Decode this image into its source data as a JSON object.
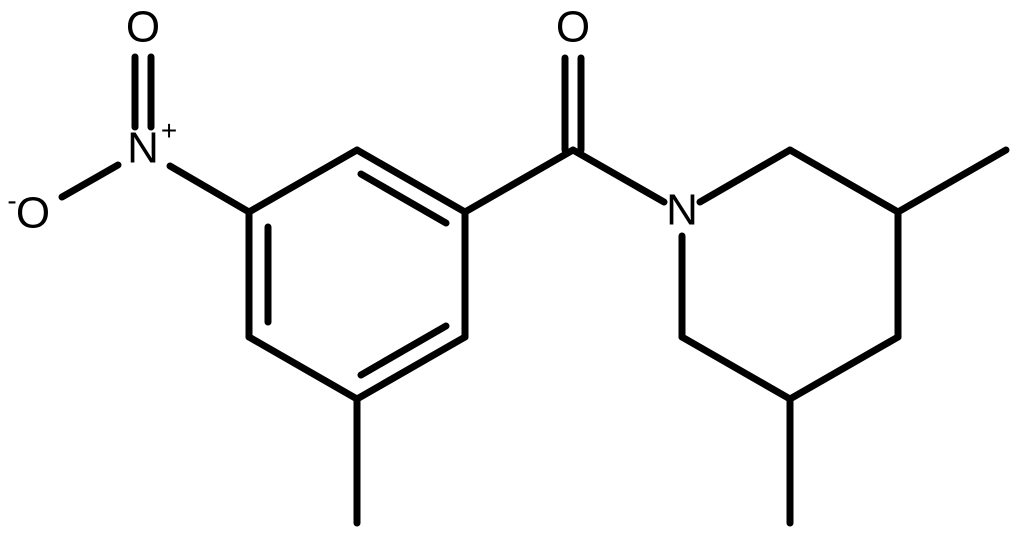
{
  "molecule": {
    "atoms": {
      "o_carbonyl": "O",
      "o_nitro_top": "O",
      "o_nitro_minus": "O",
      "n_nitro": "N",
      "n_piperidine": "N"
    },
    "charges": {
      "n_nitro": "+",
      "o_nitro_minus": "-"
    }
  }
}
